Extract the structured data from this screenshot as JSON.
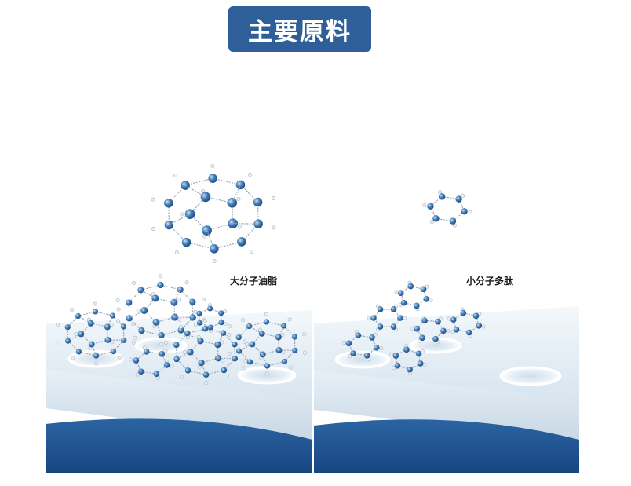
{
  "title": "主要原料",
  "colors": {
    "badge": "#2e5f99",
    "skin_top": "#e4eef5",
    "skin_mid": "#cfdde8",
    "skin_deep": "#1f5695",
    "atom": "#3a73b0",
    "atom_light": "#9ec0df"
  },
  "panels": [
    {
      "label": "大分子油脂"
    },
    {
      "label": "小分子多肽"
    }
  ]
}
